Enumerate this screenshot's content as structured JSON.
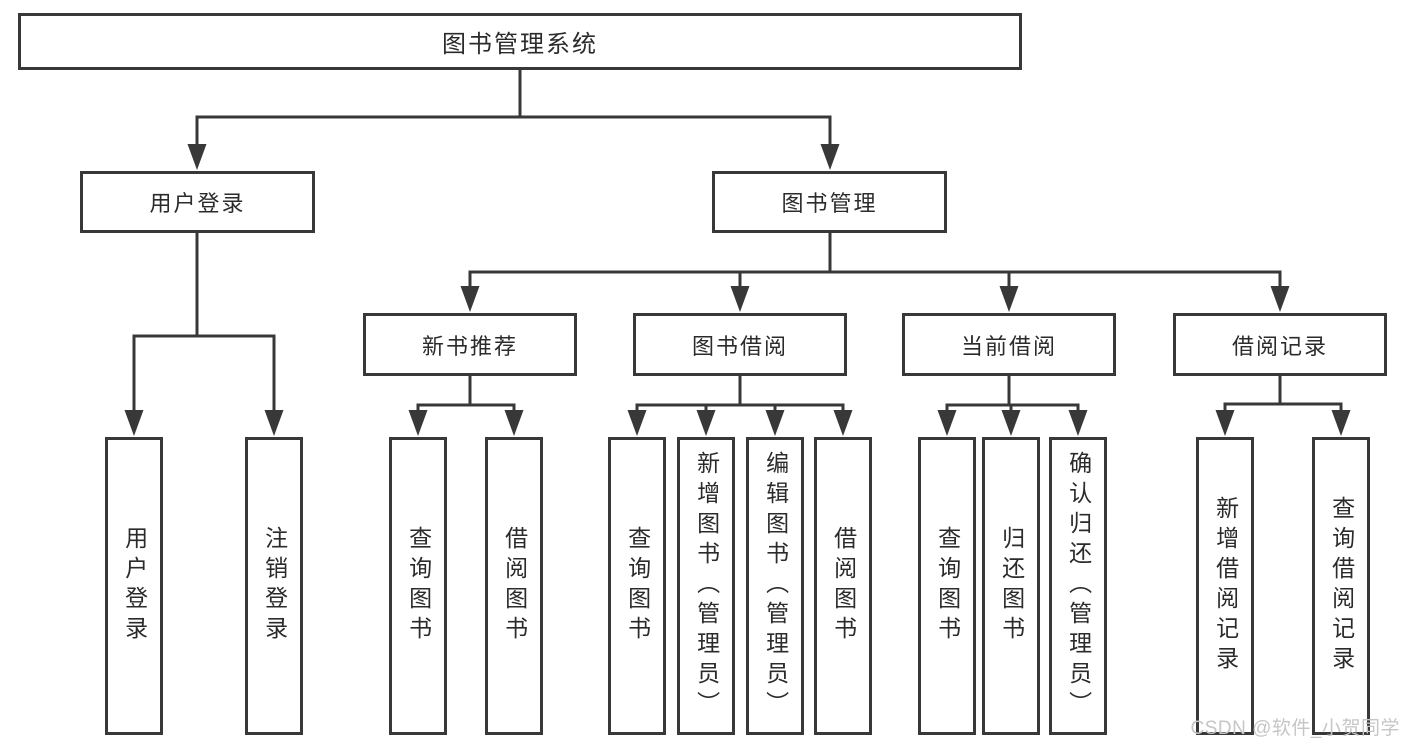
{
  "diagram_type": "hierarchy-tree",
  "colors": {
    "line": "#383838",
    "box_border": "#383838",
    "box_background": "#ffffff",
    "label_text": "#2b2b2b",
    "watermark_text": "#c6c6c6",
    "page_background": "#ffffff"
  },
  "tree": {
    "label": "图书管理系统",
    "children": [
      {
        "label": "用户登录",
        "children": [
          {
            "label": "用户登录"
          },
          {
            "label": "注销登录"
          }
        ]
      },
      {
        "label": "图书管理",
        "children": [
          {
            "label": "新书推荐",
            "children": [
              {
                "label": "查询图书"
              },
              {
                "label": "借阅图书"
              }
            ]
          },
          {
            "label": "图书借阅",
            "children": [
              {
                "label": "查询图书"
              },
              {
                "label": "新增图书（管理员）"
              },
              {
                "label": "编辑图书（管理员）"
              },
              {
                "label": "借阅图书"
              }
            ]
          },
          {
            "label": "当前借阅",
            "children": [
              {
                "label": "查询图书"
              },
              {
                "label": "归还图书"
              },
              {
                "label": "确认归还（管理员）"
              }
            ]
          },
          {
            "label": "借阅记录",
            "children": [
              {
                "label": "新增借阅记录"
              },
              {
                "label": "查询借阅记录"
              }
            ]
          }
        ]
      }
    ]
  },
  "watermark": {
    "text": "CSDN @软件_小贺同学"
  }
}
